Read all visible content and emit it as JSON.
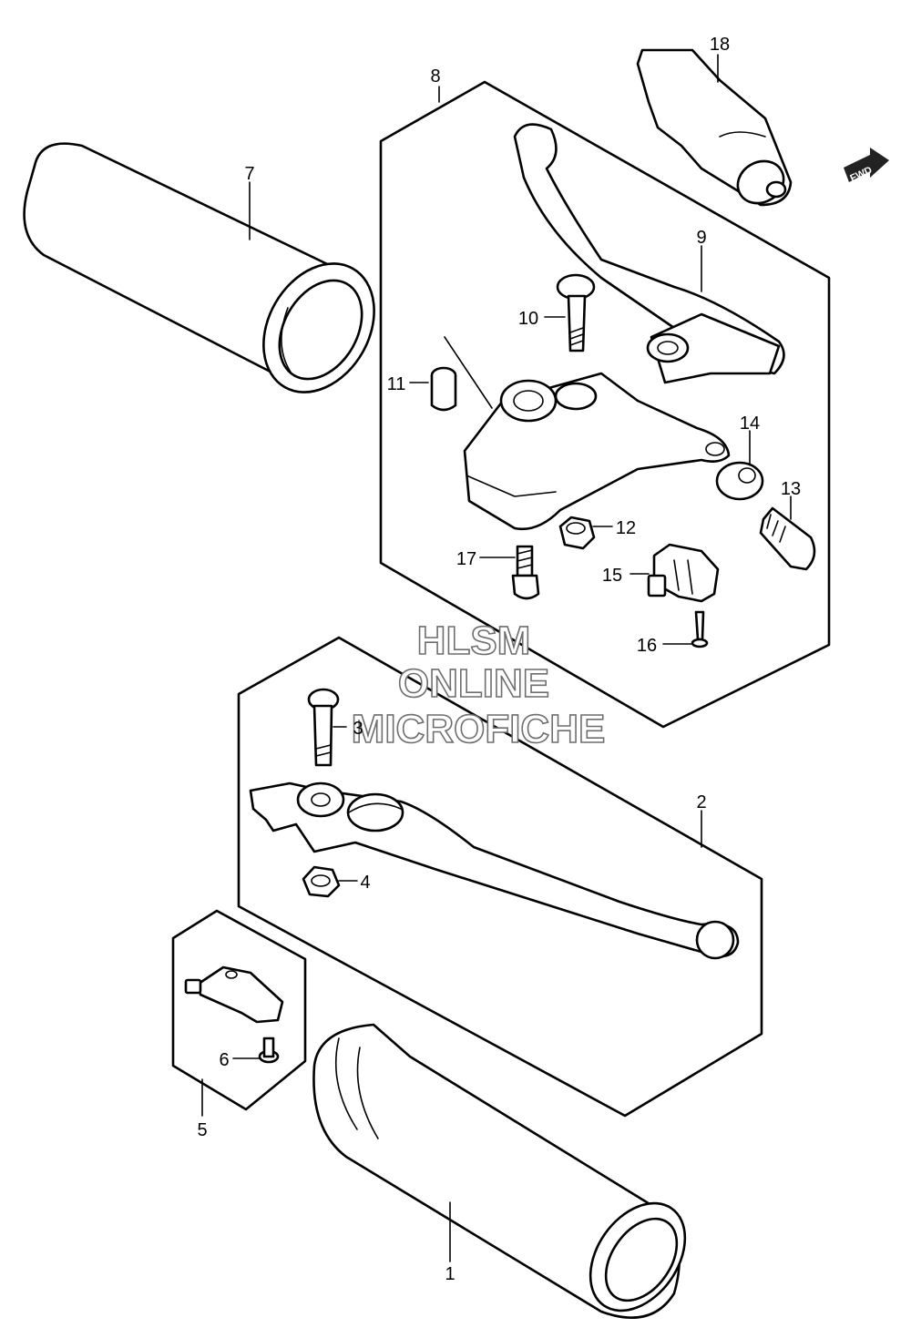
{
  "watermark": {
    "line1": "HLSM",
    "line2": "ONLINE",
    "line3": "MICROFICHE"
  },
  "direction_badge": {
    "text": "FWD"
  },
  "callouts": [
    "1",
    "2",
    "3",
    "4",
    "5",
    "6",
    "7",
    "8",
    "9",
    "10",
    "11",
    "12",
    "13",
    "14",
    "15",
    "16",
    "17",
    "18"
  ]
}
